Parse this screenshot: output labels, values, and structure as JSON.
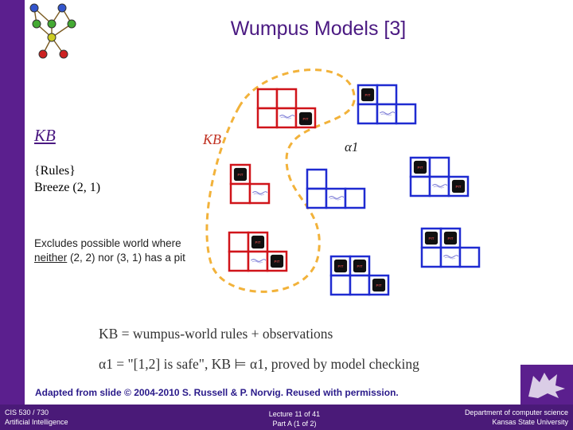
{
  "slide": {
    "title": "Wumpus Models [3]",
    "kb_label": "KB",
    "rules_line": "{Rules}",
    "breeze_line": "Breeze (2, 1)",
    "excludes_before": "Excludes possible world where ",
    "excludes_underlined": "neither",
    "excludes_after": " (2, 2) nor (3, 1) has a pit",
    "diagram_kb_label": "KB",
    "diagram_alpha_label": "α1",
    "pit_label": "PIT",
    "eq1": "KB = wumpus-world rules + observations",
    "eq2_a": "α1 = \"[1,2] is safe\", ",
    "eq2_b": "KB ⊨ α1",
    "eq2_c": ", proved by model checking",
    "credit": "Adapted from slide © 2004-2010 S. Russell & P. Norvig.  Reused with permission."
  },
  "footer": {
    "course": "CIS 530 / 730",
    "course_name": "Artificial Intelligence",
    "lecture": "Lecture 11 of 41",
    "part": "Part A (1 of 2)",
    "dept": "Department of computer science",
    "univ": "Kansas State University"
  },
  "colors": {
    "purple": "#5b1f8e",
    "title": "#4b1a82",
    "kb_world": "#d0141a",
    "alpha_world": "#1f2bd1",
    "kb_boundary": "#f2b23a"
  },
  "icons": {
    "network": "bayes-network-icon",
    "logo": "wildcat-logo-icon"
  }
}
